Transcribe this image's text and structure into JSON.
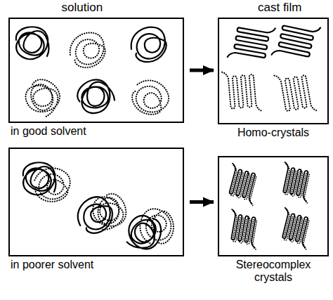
{
  "diagram": {
    "nodes": [
      {
        "text": [
          "in good solvent"
        ]
      },
      {
        "text": [
          "Homo-crystals"
        ]
      },
      {
        "text": [
          "in poorer solvent"
        ]
      },
      {
        "text": [
          "Stereocomplex crystals"
        ]
      }
    ],
    "edges": [
      {
        "from": 0,
        "to": 1,
        "arrow": "to"
      },
      {
        "from": 2,
        "to": 3,
        "arrow": "to"
      }
    ],
    "labels": [
      "solution",
      "cast film"
    ]
  }
}
